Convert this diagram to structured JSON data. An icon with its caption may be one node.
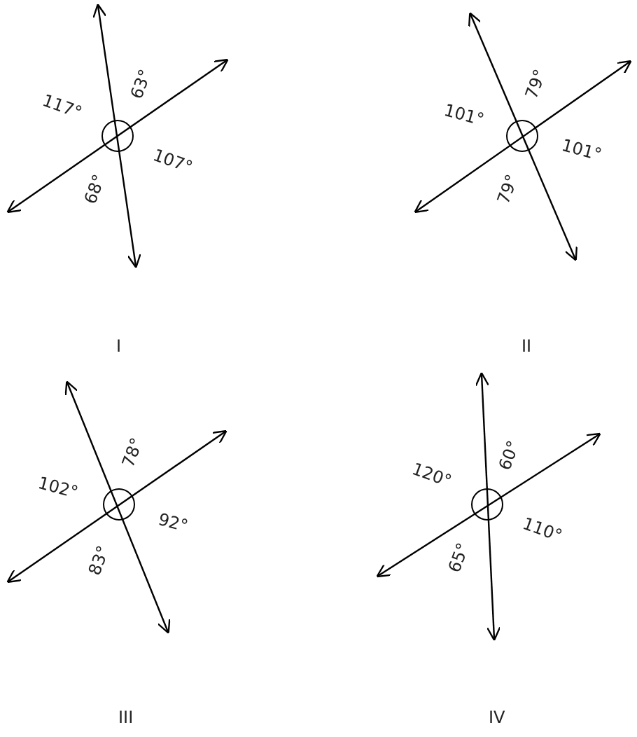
{
  "diagram": {
    "labels": [
      "117°",
      "63°",
      "107°",
      "68°",
      "101°",
      "79°",
      "101°",
      "79°",
      "I",
      "II",
      "102°",
      "78°",
      "92°",
      "83°",
      "120°",
      "60°",
      "110°",
      "65°",
      "III",
      "IV"
    ]
  }
}
